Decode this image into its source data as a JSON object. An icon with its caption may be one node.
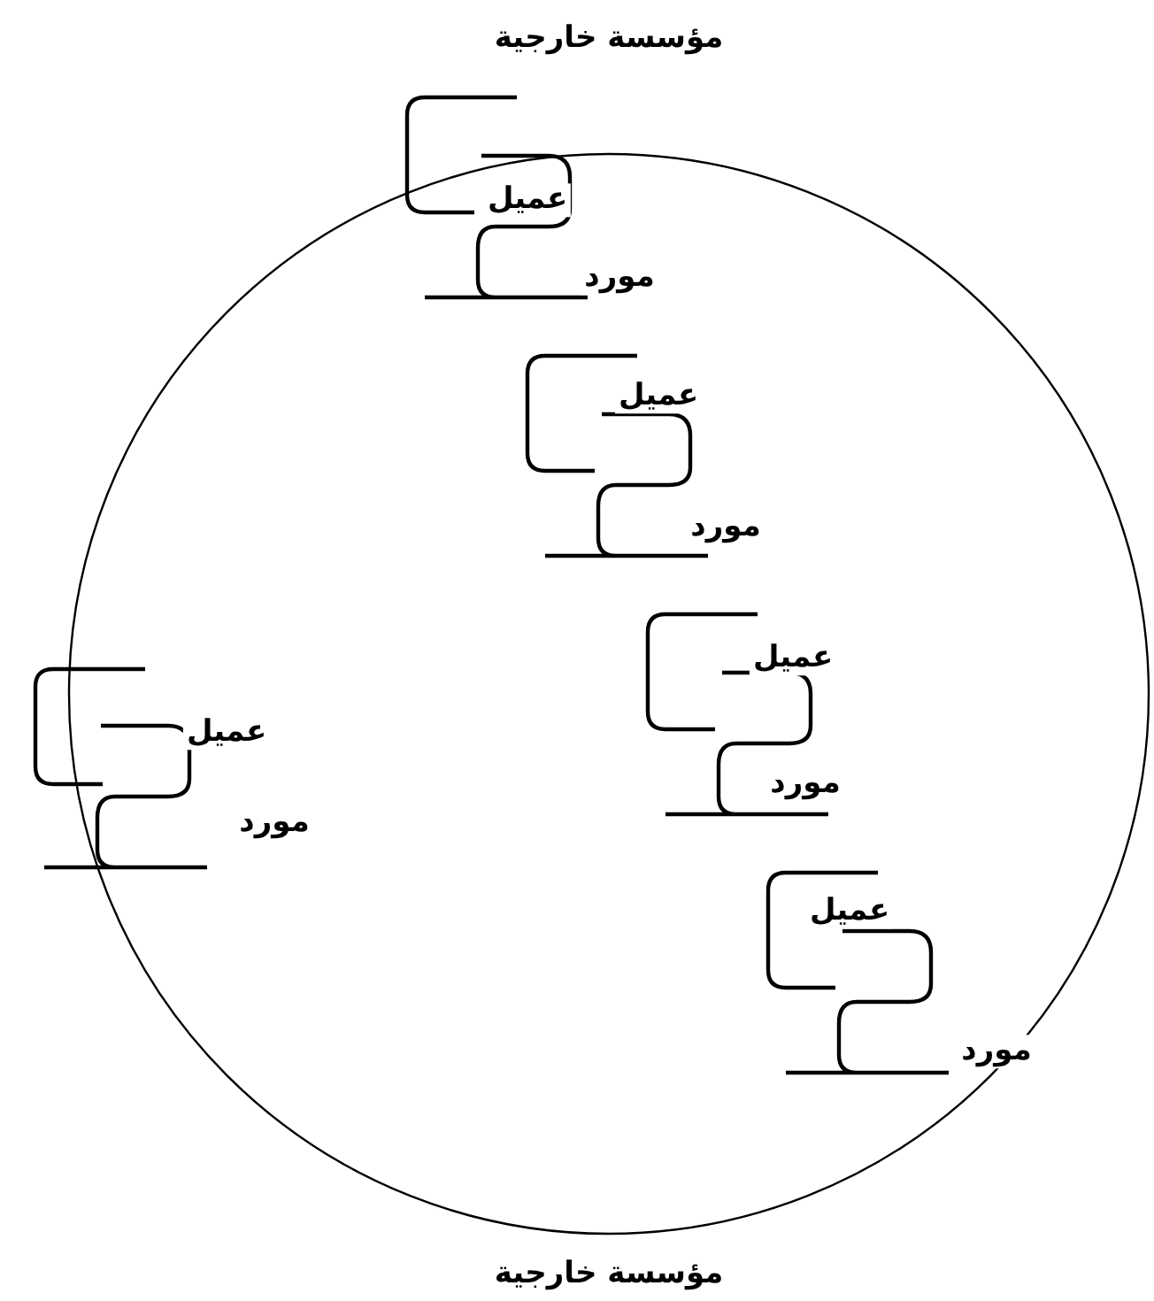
{
  "diagram": {
    "labels": [
      "مؤسسة خارجية",
      "عميل",
      "مورد",
      "عميل",
      "مورد",
      "عميل",
      "مورد",
      "عميل",
      "مورد",
      "عميل",
      "مورد",
      "مؤسسة خارجية"
    ]
  }
}
